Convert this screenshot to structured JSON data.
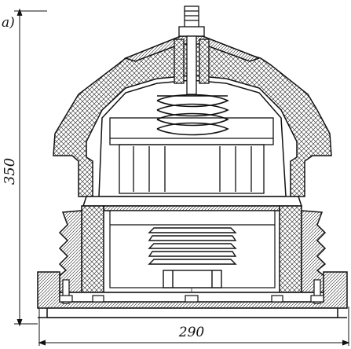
{
  "figure": {
    "panel_label": "a)",
    "dimensions": {
      "height_label": "350",
      "width_label": "290"
    }
  },
  "colors": {
    "ink": "#111111",
    "background": "#ffffff",
    "hatch": "#222222"
  }
}
